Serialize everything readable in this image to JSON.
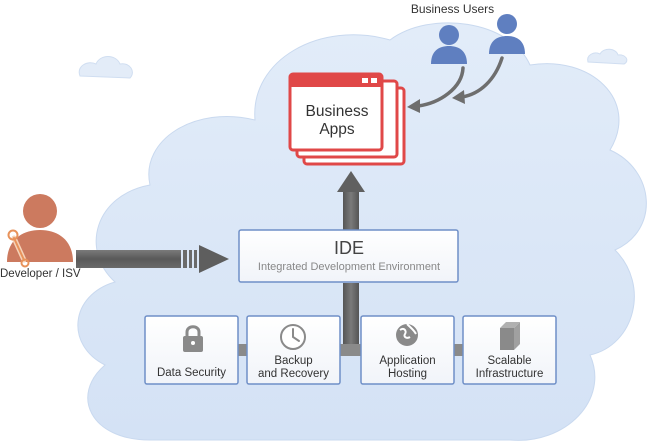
{
  "labels": {
    "business_users": "Business Users",
    "developer": "Developer / ISV",
    "business_apps": "Business\nApps",
    "ide_title": "IDE",
    "ide_subtitle": "Integrated Development Environment"
  },
  "services": [
    {
      "label": "Data Security",
      "icon": "lock-icon"
    },
    {
      "label": "Backup\nand Recovery",
      "icon": "clock-icon"
    },
    {
      "label": "Application\nHosting",
      "icon": "globe-icon"
    },
    {
      "label": "Scalable\nInfrastructure",
      "icon": "server-icon"
    }
  ],
  "colors": {
    "cloud": "#d9e6f7",
    "cloud_edge": "#c6d7ef",
    "user": "#5f7fc0",
    "developer": "#cc7a5f",
    "wrench": "#e8925a",
    "app_border": "#e04848",
    "box_border": "#6f8fc7",
    "arrow": "#6b6b6b"
  }
}
